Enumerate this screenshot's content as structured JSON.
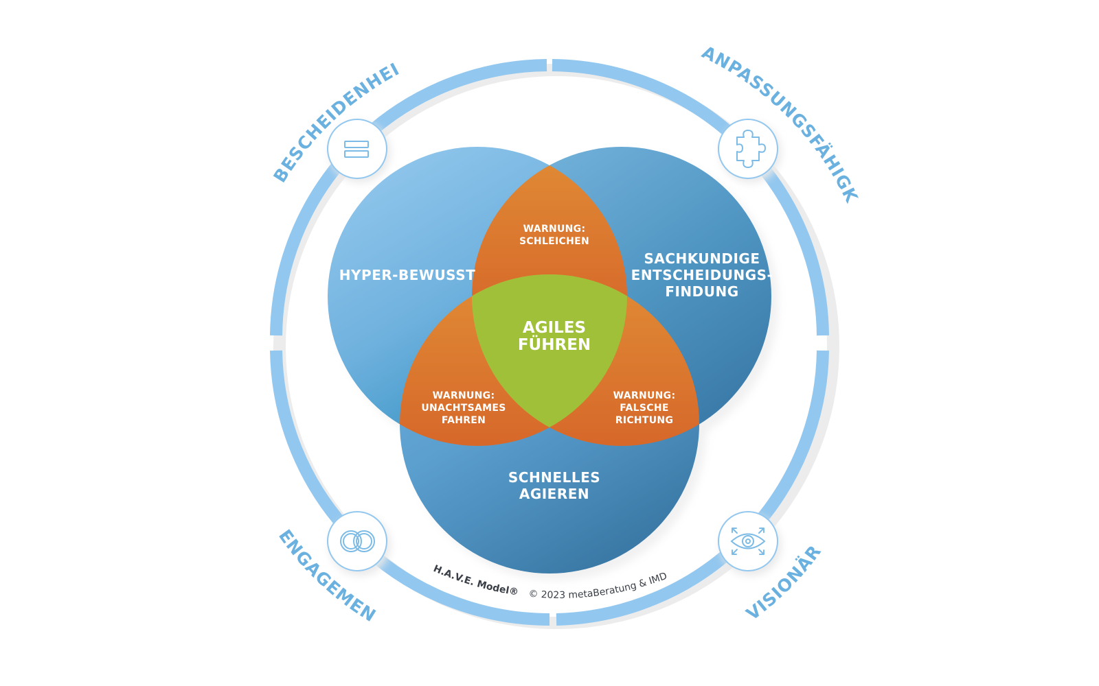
{
  "outer_ring": {
    "labels": {
      "top_left": "BESCHEIDENHEIT",
      "top_right": "ANPASSUNGSFÄHIGKEIT",
      "bottom_left": "ENGAGEMENT",
      "bottom_right": "VISIONÄR"
    },
    "icons": {
      "top_left": "equals-icon",
      "top_right": "puzzle-icon",
      "bottom_left": "linked-rings-icon",
      "bottom_right": "eye-icon"
    },
    "color": "#92c7ef"
  },
  "circles": {
    "hyper_bewusst": "HYPER-BEWUSST",
    "sachkundige": [
      "SACHKUNDIGE",
      "ENTSCHEIDUNGS-",
      "FINDUNG"
    ],
    "schnelles": [
      "SCHNELLES",
      "AGIEREN"
    ]
  },
  "center": [
    "AGILES",
    "FÜHREN"
  ],
  "warnings": {
    "top": [
      "WARNUNG:",
      "SCHLEICHEN"
    ],
    "left": [
      "WARNUNG:",
      "UNACHTSAMES",
      "FAHREN"
    ],
    "right": [
      "WARNUNG:",
      "FALSCHE",
      "RICHTUNG"
    ]
  },
  "footer": {
    "brand": "H.A.V.E. Model®",
    "copyright": "© 2023 metaBeratung & IMD"
  },
  "colors": {
    "ring": "#92c7ef",
    "ring_text": "#6bb1e0",
    "circle_light": "#94c9ee",
    "circle_dark": "#3f7fab",
    "warning_light": "#df8a33",
    "warning_dark": "#cf4e22",
    "center": "#a1c039"
  }
}
